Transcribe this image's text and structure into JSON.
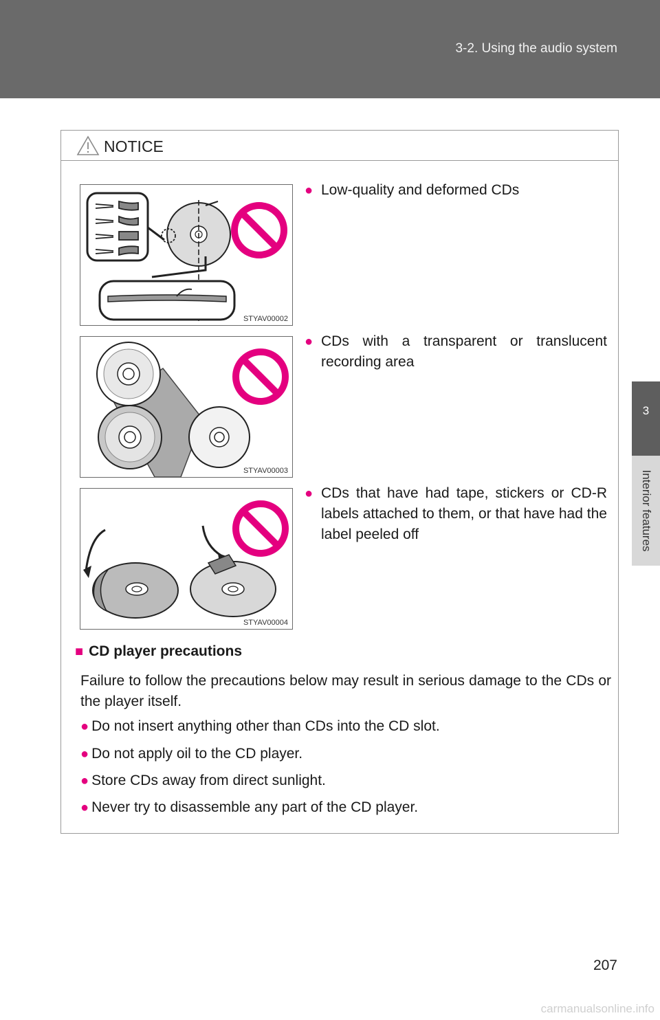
{
  "header": {
    "title": "3-2. Using the audio system"
  },
  "side_tab": {
    "number": "3",
    "label": "Interior features"
  },
  "notice": {
    "title": "NOTICE",
    "icon": "warning-triangle-icon",
    "figures": [
      {
        "code": "STYAV00002",
        "caption": "Low-quality and deformed CDs"
      },
      {
        "code": "STYAV00003",
        "caption": "CDs with a transparent or translucent recording area"
      },
      {
        "code": "STYAV00004",
        "caption": "CDs that have had tape, stickers or CD-R labels attached to them, or that have had the label peeled off"
      }
    ],
    "section_title": "CD player precautions",
    "paragraph": "Failure to follow the precautions below may result in serious damage to the CDs or the player itself.",
    "items": [
      "Do not insert anything other than CDs into the CD slot.",
      "Do not apply oil to the CD player.",
      "Store CDs away from direct sunlight.",
      "Never try to disassemble any part of the CD player."
    ]
  },
  "page_number": "207",
  "watermark": "carmanualsonline.info",
  "colors": {
    "header_bg": "#6a6a6a",
    "accent": "#e4007f",
    "side_tab": "#5e5e5e"
  }
}
